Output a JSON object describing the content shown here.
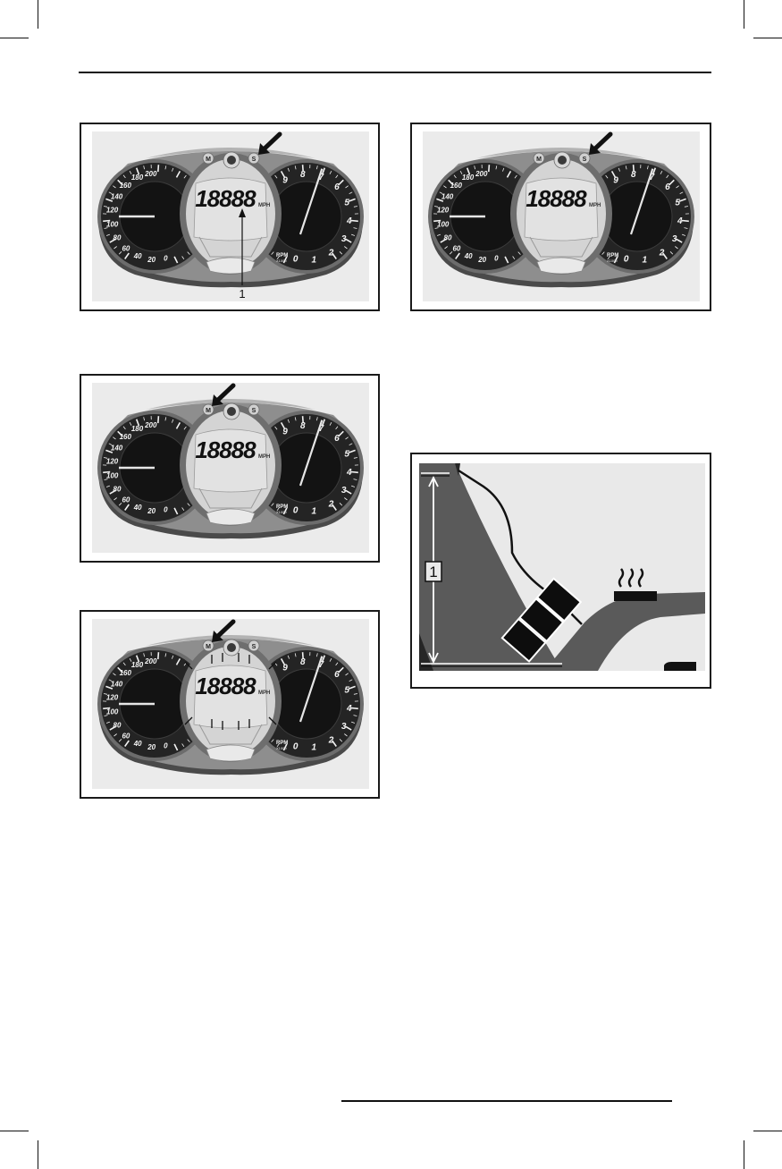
{
  "figures": [
    {
      "id": "fig-set-button-callout",
      "type": "gauge_cluster",
      "arrow_target": "set-button",
      "callout_label": "1",
      "lcd_flashing": false
    },
    {
      "id": "fig-set-button",
      "type": "gauge_cluster",
      "arrow_target": "set-button",
      "lcd_flashing": false
    },
    {
      "id": "fig-mode-button",
      "type": "gauge_cluster",
      "arrow_target": "mode-button",
      "lcd_flashing": false
    },
    {
      "id": "fig-mode-button-flashing",
      "type": "gauge_cluster",
      "arrow_target": "mode-button",
      "lcd_flashing": true
    },
    {
      "id": "fig-temperature-detail",
      "type": "lcd_closeup",
      "callout_label": "1",
      "heat_icon": "engine-temperature-icon"
    }
  ],
  "gauge_cluster": {
    "lcd_digits": "18888",
    "lcd_unit": "MPH",
    "mode_button_label": "M",
    "set_button_label": "S",
    "speedometer": {
      "labels": [
        "0",
        "20",
        "40",
        "60",
        "80",
        "100",
        "120",
        "140",
        "160",
        "180",
        "200"
      ]
    },
    "tachometer": {
      "labels": [
        "0",
        "1",
        "2",
        "3",
        "4",
        "5",
        "6",
        "7",
        "8",
        "9"
      ],
      "unit_top": "RPM",
      "unit_bottom": "X1000"
    }
  },
  "colors": {
    "bezel": "#8e8e8e",
    "dial": "#242424",
    "lcd": "#e2e2e2",
    "closeup_bg": "#e9e9e9",
    "closeup_band": "#5a5a5a"
  }
}
